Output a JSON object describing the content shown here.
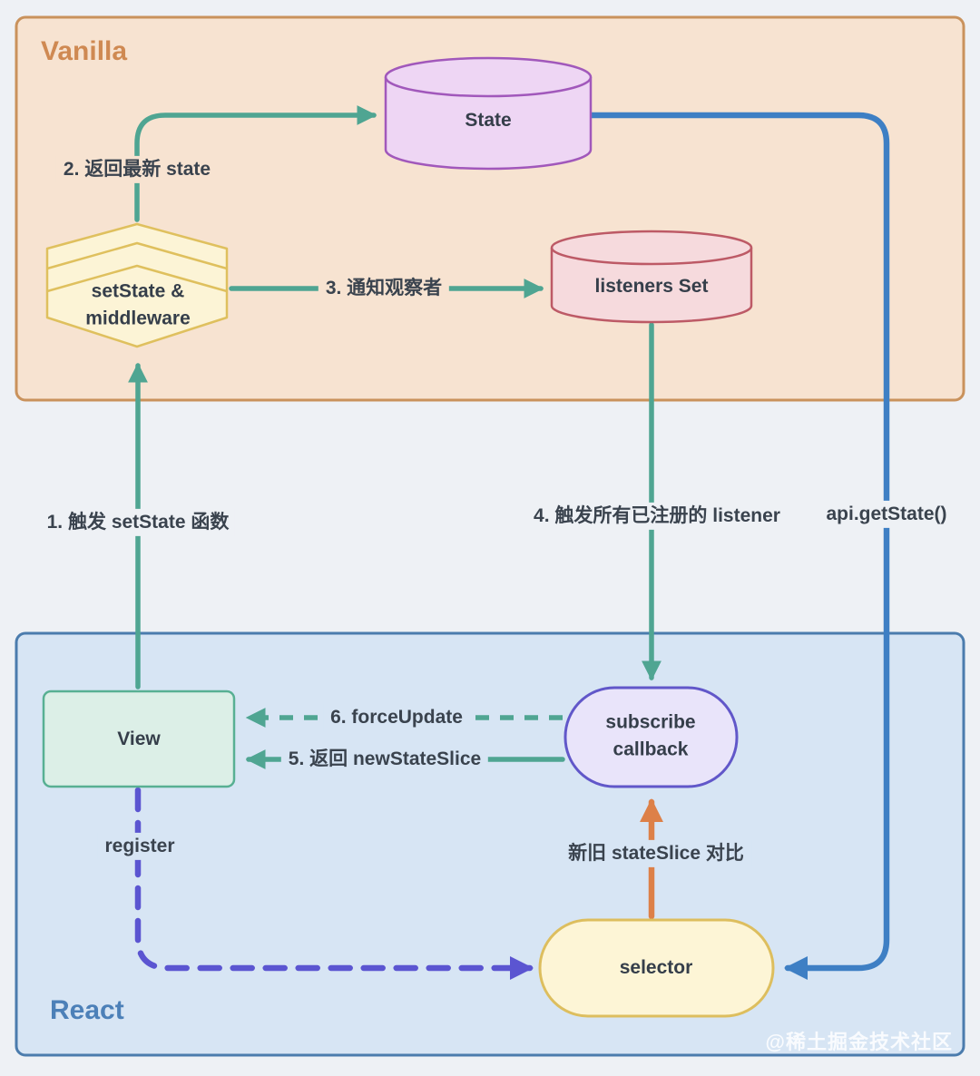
{
  "diagram": {
    "title_context": "Zustand state flow diagram",
    "regions": {
      "vanilla": {
        "label": "Vanilla"
      },
      "react": {
        "label": "React"
      }
    },
    "nodes": {
      "state": {
        "label": "State",
        "shape": "cylinder"
      },
      "set_state": {
        "line1": "setState &",
        "line2": "middleware",
        "shape": "layered-hexagon"
      },
      "listeners": {
        "label": "listeners Set",
        "shape": "cylinder"
      },
      "view": {
        "label": "View",
        "shape": "rectangle"
      },
      "subscribe": {
        "line1": "subscribe",
        "line2": "callback",
        "shape": "pill"
      },
      "selector": {
        "label": "selector",
        "shape": "pill"
      }
    },
    "edges": {
      "step1": {
        "label": "1. 触发 setState 函数",
        "from": "view",
        "to": "set_state",
        "style": "solid-teal"
      },
      "step2": {
        "label": "2. 返回最新 state",
        "from": "set_state",
        "to": "state",
        "style": "solid-teal"
      },
      "step3": {
        "label": "3. 通知观察者",
        "from": "set_state",
        "to": "listeners",
        "style": "solid-teal"
      },
      "step4": {
        "label": "4. 触发所有已注册的 listener",
        "from": "listeners",
        "to": "subscribe",
        "style": "solid-teal"
      },
      "step5": {
        "label": "5. 返回 newStateSlice",
        "from": "subscribe",
        "to": "view",
        "style": "solid-teal"
      },
      "step6": {
        "label": "6. forceUpdate",
        "from": "subscribe",
        "to": "view",
        "style": "dashed-teal"
      },
      "register": {
        "label": "register",
        "from": "view",
        "to": "selector",
        "style": "dashed-purple"
      },
      "compare": {
        "label": "新旧 stateSlice 对比",
        "from": "selector",
        "to": "subscribe",
        "style": "solid-orange"
      },
      "get_state": {
        "label": "api.getState()",
        "from": "state",
        "to": "selector",
        "style": "solid-blue"
      }
    },
    "watermark": "@稀土掘金技术社区",
    "colors": {
      "page_bg": "#eef1f5",
      "vanilla_fill": "#f7e3d1",
      "vanilla_border": "#c9925c",
      "vanilla_title": "#cf8952",
      "react_fill": "#d7e5f4",
      "react_border": "#4b7cad",
      "react_title": "#4c80b8",
      "teal_arrow": "#4fa592",
      "blue_arrow": "#3e7fc4",
      "purple_arrow": "#5b55d1",
      "orange_arrow": "#dd8048",
      "state_fill": "#eed6f4",
      "state_border": "#a158bb",
      "listeners_fill": "#f6dadd",
      "listeners_border": "#bd5a66",
      "hexagon_fill": "#fcf4d6",
      "hexagon_border": "#dfc05e",
      "view_fill": "#dcefe7",
      "view_border": "#58b093",
      "subscribe_fill": "#e9e4fa",
      "subscribe_border": "#6157c9",
      "selector_fill": "#fdf5d6",
      "selector_border": "#ddbe5e",
      "label_text": "#3a434e"
    }
  }
}
